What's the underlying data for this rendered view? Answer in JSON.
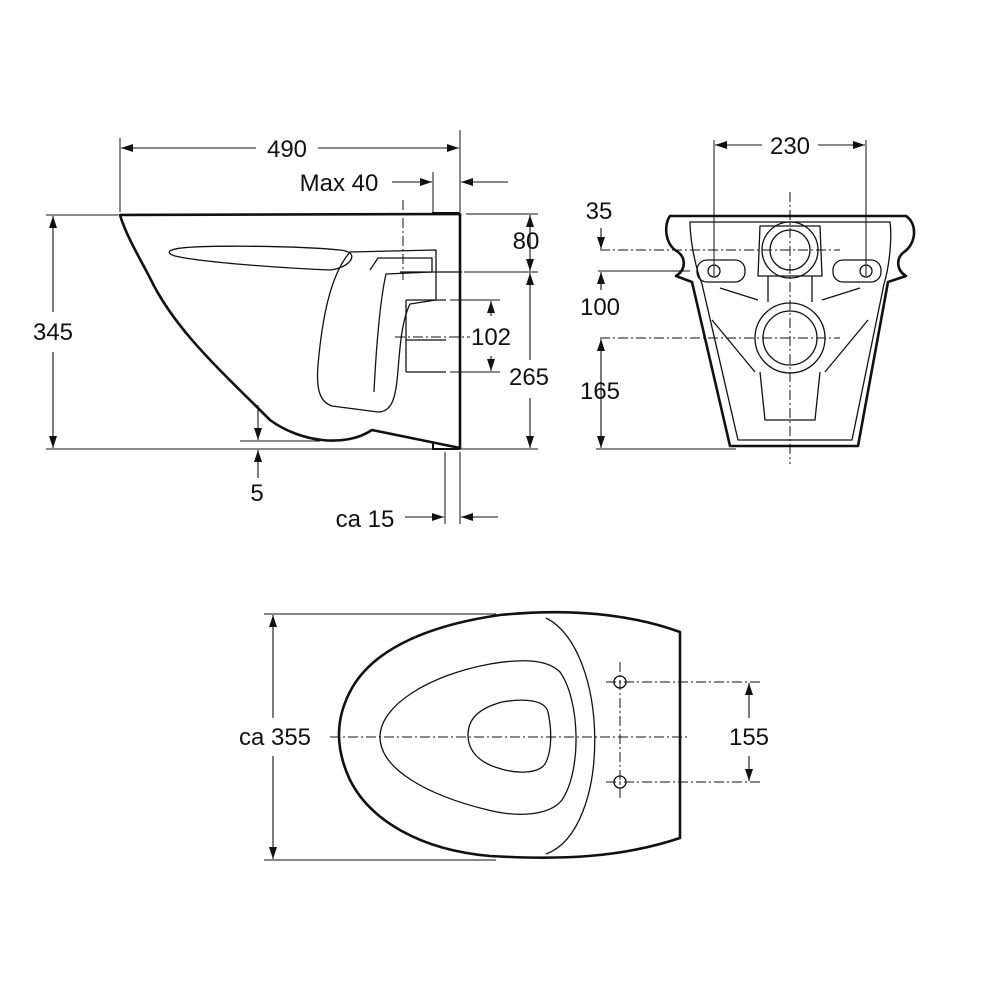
{
  "views": {
    "side": {
      "name": "side-view"
    },
    "rear": {
      "name": "rear-view"
    },
    "top": {
      "name": "top-view"
    }
  },
  "dimensions": {
    "overall_length": "490",
    "max_40": "Max 40",
    "height_80": "80",
    "overall_height": "345",
    "height_102": "102",
    "height_265": "265",
    "gap_5": "5",
    "ca_15": "ca 15",
    "bolt_spacing_230": "230",
    "rear_35": "35",
    "rear_100": "100",
    "rear_165": "165",
    "width_ca_355": "ca 355",
    "top_155": "155"
  }
}
